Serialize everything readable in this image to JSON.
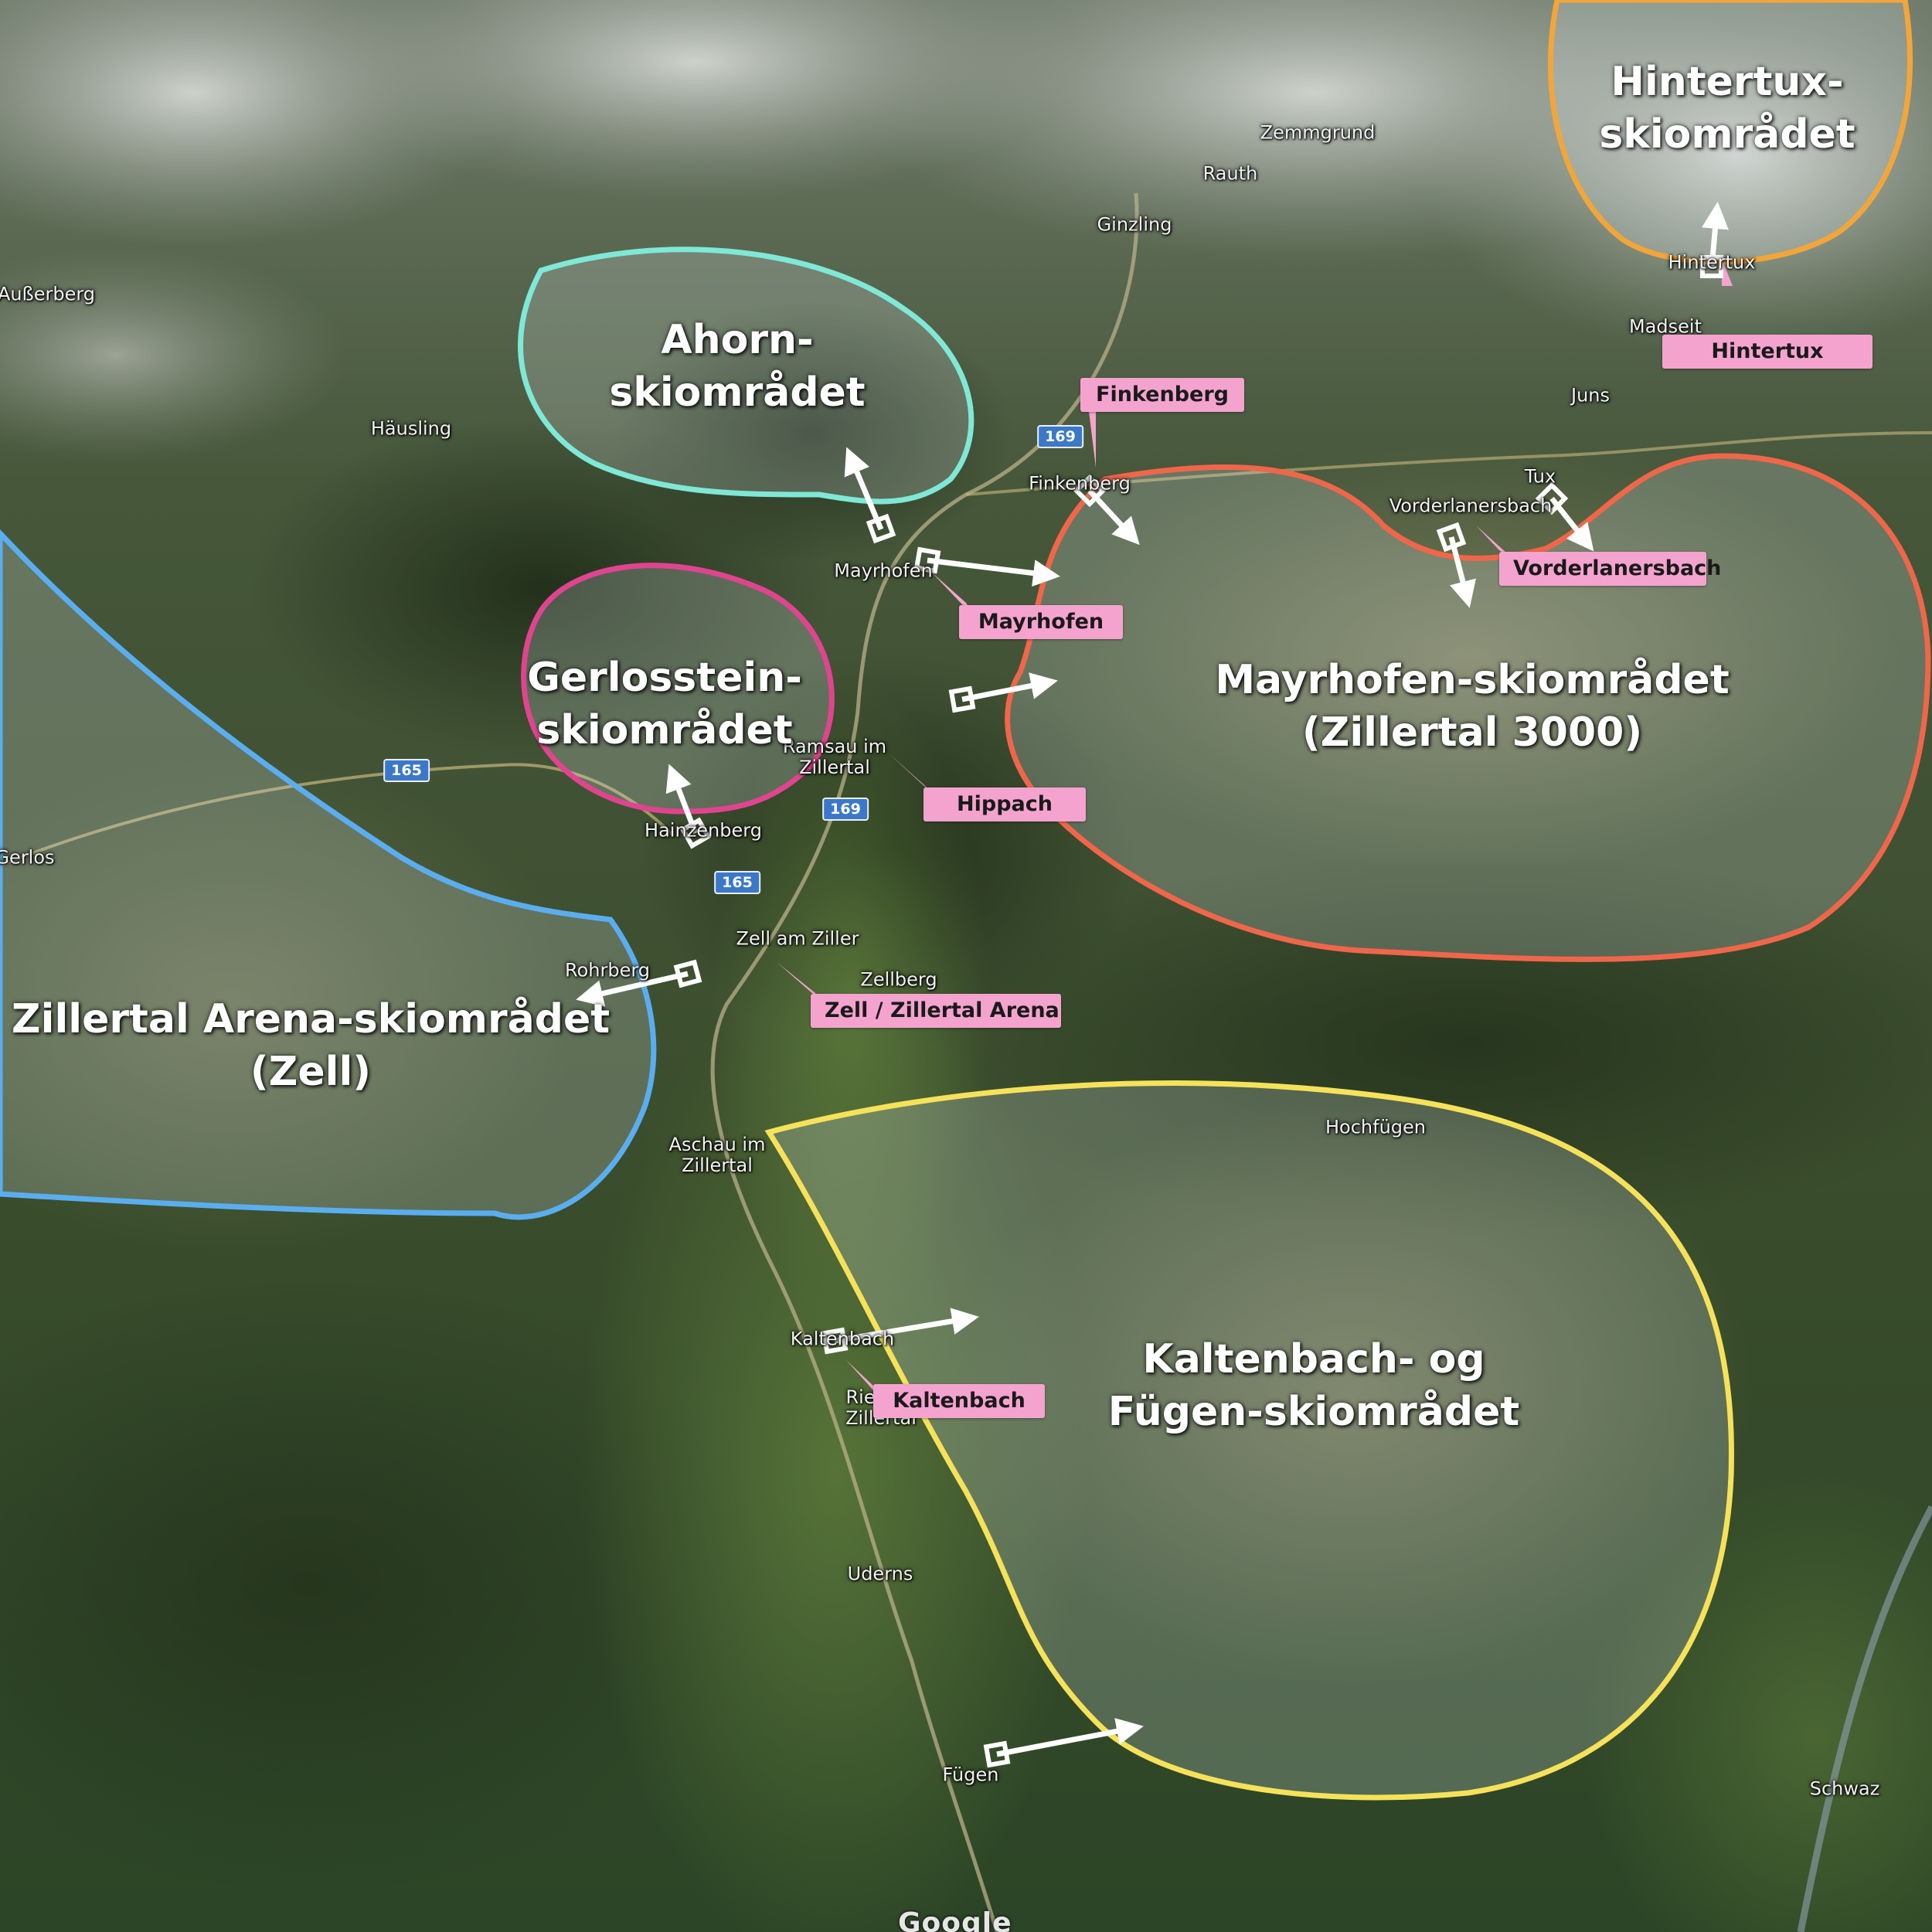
{
  "map": {
    "credit": "Google"
  },
  "colors": {
    "ahorn": "#7fe8d6",
    "gerlosstein": "#e0448f",
    "mayrhofen": "#f0664a",
    "hintertux": "#f2a63a",
    "zillertal_arena": "#5aaef0",
    "kaltenbach": "#f6e25a",
    "tag_fill": "#f4a3cf",
    "marker": "#ffffff"
  },
  "areas": {
    "ahorn": "Ahorn-\nskiområdet",
    "gerlosstein": "Gerlosstein-\nskiområdet",
    "mayrhofen": "Mayrhofen-skiområdet\n(Zillertal 3000)",
    "hintertux": "Hintertux-\nskiområdet",
    "zillertal_arena": "Zillertal Arena-skiområdet\n(Zell)",
    "kaltenbach": "Kaltenbach- og\nFügen-skiområdet"
  },
  "tags": {
    "finkenberg": "Finkenberg",
    "hintertux": "Hintertux",
    "vorderlanersbach": "Vorderlanersbach",
    "mayrhofen": "Mayrhofen",
    "hippach": "Hippach",
    "zell": "Zell / Zillertal Arena",
    "kaltenbach": "Kaltenbach"
  },
  "places": {
    "zemmgrund": "Zemmgrund",
    "rauth": "Rauth",
    "ginzling": "Ginzling",
    "ausserberg": "Außerberg",
    "hausling": "Häusling",
    "madseit": "Madseit",
    "juns": "Juns",
    "tux": "Tux",
    "vorderlanersbach": "Vorderlanersbach",
    "finkenberg": "Finkenberg",
    "mayrhofen": "Mayrhofen",
    "ramsau": "Ramsau im\nZillertal",
    "hainzenberg": "Hainzenberg",
    "gerlos": "Gerlos",
    "zell_am_ziller": "Zell am Ziller",
    "zellberg": "Zellberg",
    "rohrberg": "Rohrberg",
    "hochfugen": "Hochfügen",
    "aschau": "Aschau im\nZillertal",
    "kaltenbach": "Kaltenbach",
    "ried": "Ried im\nZillertal",
    "uderns": "Uderns",
    "fugen": "Fügen",
    "schwaz": "Schwaz",
    "hintertux": "Hintertux"
  },
  "roads": {
    "r169a": "169",
    "r169b": "169",
    "r165a": "165",
    "r165b": "165"
  }
}
